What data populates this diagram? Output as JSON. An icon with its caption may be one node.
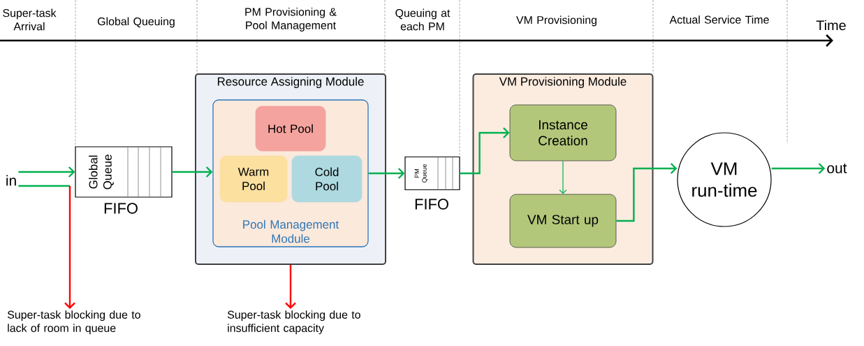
{
  "diagram": {
    "nodes": [
      {
        "text": [
          "in"
        ]
      },
      {
        "text": [
          "Global Queue"
        ],
        "beside": [
          "FIFO"
        ]
      },
      {
        "text": [
          "Resource Assigning Module"
        ]
      },
      {
        "text": [
          "Pool Management Module"
        ],
        "in": 2
      },
      {
        "text": [
          "Hot Pool"
        ],
        "in": 3
      },
      {
        "text": [
          "Warm Pool"
        ],
        "in": 3
      },
      {
        "text": [
          "Cold Pool"
        ],
        "in": 3
      },
      {
        "text": [
          "PM Queue"
        ],
        "beside": [
          "FIFO"
        ]
      },
      {
        "text": [
          "VM Provisioning Module"
        ]
      },
      {
        "text": [
          "Instance Creation"
        ],
        "in": 8
      },
      {
        "text": [
          "VM Start up"
        ],
        "in": 8
      },
      {
        "text": [
          "VM run-time"
        ]
      },
      {
        "text": [
          "out"
        ]
      },
      {
        "text": [
          "Super-task blocking due to lack of room in queue"
        ]
      },
      {
        "text": [
          "Super-task blocking due to insufficient capacity"
        ]
      }
    ],
    "edges": [
      {
        "from": 0,
        "to": 1,
        "arrow": "to"
      },
      {
        "from": 0,
        "to": 13,
        "arrow": "to",
        "color": "#ff0000"
      },
      {
        "from": 1,
        "to": 3,
        "arrow": "to"
      },
      {
        "from": 2,
        "to": 14,
        "arrow": "to",
        "color": "#ff0000"
      },
      {
        "from": 3,
        "to": 7,
        "arrow": "to"
      },
      {
        "from": 7,
        "to": 9,
        "arrow": "to"
      },
      {
        "from": 9,
        "to": 10,
        "arrow": "to"
      },
      {
        "from": 10,
        "to": 11,
        "arrow": "to"
      },
      {
        "from": 11,
        "to": 12,
        "arrow": "to"
      }
    ],
    "labels": [
      "Super-task Arrival",
      "Global Queuing",
      "PM Provisioning & Pool Management",
      "Queuing at each PM",
      "VM Provisioning",
      "Actual Service Time",
      "Time"
    ]
  }
}
